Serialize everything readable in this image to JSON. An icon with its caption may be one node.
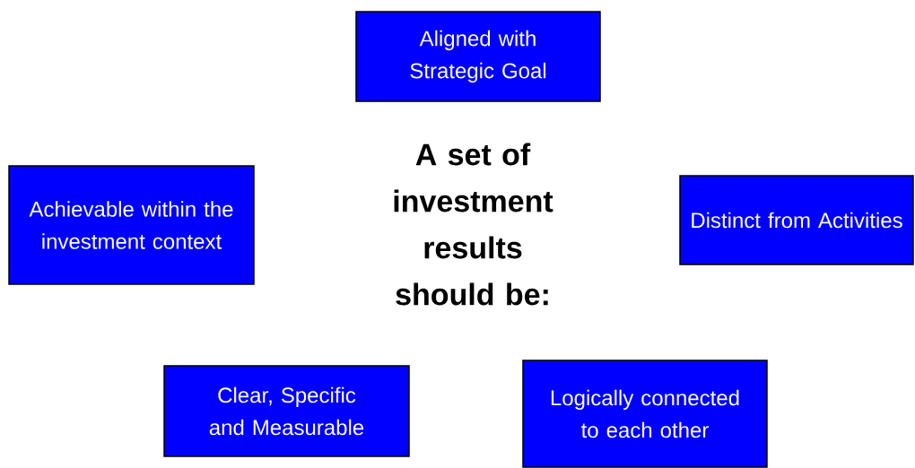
{
  "diagram": {
    "nodes": [
      {
        "text": [
          "Aligned with Strategic Goal"
        ]
      },
      {
        "text": [
          "Achievable within the investment context"
        ]
      },
      {
        "text": [
          "Distinct from Activities"
        ]
      },
      {
        "text": [
          "Clear, Specific and Measurable"
        ]
      },
      {
        "text": [
          "Logically connected to each other"
        ]
      }
    ],
    "labels": [
      "A set of investment results should be:"
    ]
  }
}
